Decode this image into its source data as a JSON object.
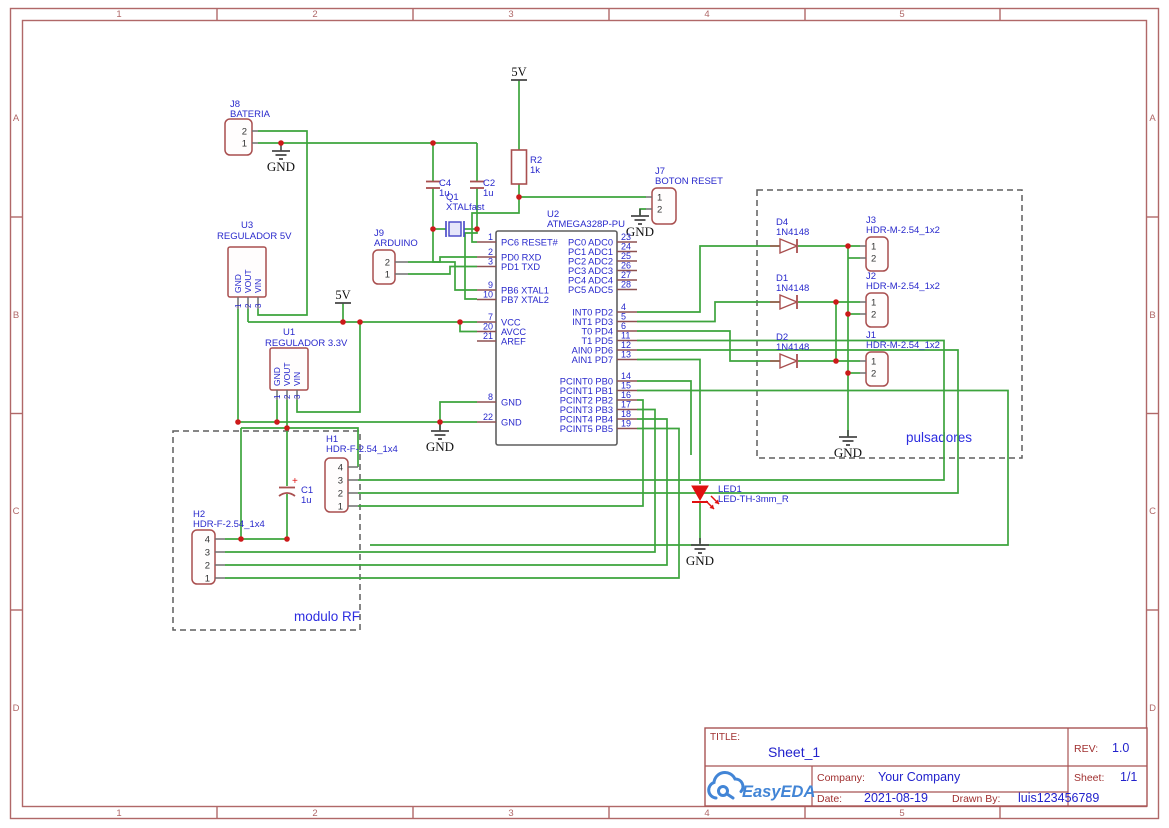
{
  "frame": {
    "columns": [
      "1",
      "2",
      "3",
      "4",
      "5"
    ],
    "rows": [
      "A",
      "B",
      "C",
      "D"
    ]
  },
  "power": {
    "gnd": "GND",
    "v5": "5V"
  },
  "sections": {
    "pulsadores": "pulsadores",
    "modulo_rf": "modulo RF"
  },
  "title_block": {
    "title_label": "TITLE:",
    "title": "Sheet_1",
    "rev_label": "REV:",
    "rev": "1.0",
    "company_label": "Company:",
    "company": "Your Company",
    "sheet_label": "Sheet:",
    "sheet": "1/1",
    "date_label": "Date:",
    "date": "2021-08-19",
    "drawn_label": "Drawn By:",
    "drawn_by": "luis123456789",
    "logo_text": "EasyEDA"
  },
  "components": {
    "u2": {
      "ref": "U2",
      "value": "ATMEGA328P-PU",
      "left_pins": [
        [
          "1",
          "PC6 RESET#"
        ],
        [
          "2",
          "PD0 RXD"
        ],
        [
          "3",
          "PD1 TXD"
        ],
        [
          "9",
          "PB6 XTAL1"
        ],
        [
          "10",
          "PB7 XTAL2"
        ],
        [
          "7",
          "VCC"
        ],
        [
          "20",
          "AVCC"
        ],
        [
          "21",
          "AREF"
        ],
        [
          "8",
          "GND"
        ],
        [
          "22",
          "GND"
        ]
      ],
      "right_pins": [
        [
          "23",
          "PC0 ADC0"
        ],
        [
          "24",
          "PC1 ADC1"
        ],
        [
          "25",
          "PC2 ADC2"
        ],
        [
          "26",
          "PC3 ADC3"
        ],
        [
          "27",
          "PC4 ADC4"
        ],
        [
          "28",
          "PC5 ADC5"
        ],
        [
          "4",
          "INT0 PD2"
        ],
        [
          "5",
          "INT1 PD3"
        ],
        [
          "6",
          "T0 PD4"
        ],
        [
          "11",
          "T1 PD5"
        ],
        [
          "12",
          "AIN0 PD6"
        ],
        [
          "13",
          "AIN1 PD7"
        ],
        [
          "14",
          "PCINT0 PB0"
        ],
        [
          "15",
          "PCINT1 PB1"
        ],
        [
          "16",
          "PCINT2 PB2"
        ],
        [
          "17",
          "PCINT3 PB3"
        ],
        [
          "18",
          "PCINT4 PB4"
        ],
        [
          "19",
          "PCINT5 PB5"
        ]
      ]
    },
    "u3": {
      "ref": "U3",
      "value": "REGULADOR 5V",
      "pin_names": [
        "GND",
        "VOUT",
        "VIN"
      ],
      "pin_numbers": [
        "1",
        "2",
        "3"
      ]
    },
    "u1": {
      "ref": "U1",
      "value": "REGULADOR 3.3V",
      "pin_names": [
        "GND",
        "VOUT",
        "VIN"
      ],
      "pin_numbers": [
        "1",
        "2",
        "3"
      ]
    },
    "j8": {
      "ref": "J8",
      "value": "BATERIA",
      "pins": [
        "2",
        "1"
      ]
    },
    "j9": {
      "ref": "J9",
      "value": "ARDUINO",
      "pins": [
        "2",
        "1"
      ]
    },
    "j7": {
      "ref": "J7",
      "value": "BOTON RESET",
      "pins": [
        "1",
        "2"
      ]
    },
    "j3": {
      "ref": "J3",
      "value": "HDR-M-2.54_1x2",
      "pins": [
        "1",
        "2"
      ]
    },
    "j2": {
      "ref": "J2",
      "value": "HDR-M-2.54_1x2",
      "pins": [
        "1",
        "2"
      ]
    },
    "j1": {
      "ref": "J1",
      "value": "HDR-M-2.54_1x2",
      "pins": [
        "1",
        "2"
      ]
    },
    "h1": {
      "ref": "H1",
      "value": "HDR-F-2.54_1x4",
      "pins": [
        "4",
        "3",
        "2",
        "1"
      ]
    },
    "h2": {
      "ref": "H2",
      "value": "HDR-F-2.54_1x4",
      "pins": [
        "4",
        "3",
        "2",
        "1"
      ]
    },
    "d4": {
      "ref": "D4",
      "value": "1N4148"
    },
    "d1": {
      "ref": "D1",
      "value": "1N4148"
    },
    "d2": {
      "ref": "D2",
      "value": "1N4148"
    },
    "r2": {
      "ref": "R2",
      "value": "1k"
    },
    "c4": {
      "ref": "C4",
      "value": "1u"
    },
    "c2": {
      "ref": "C2",
      "value": "1u"
    },
    "c1": {
      "ref": "C1",
      "value": "1u",
      "plus": "+"
    },
    "q1": {
      "ref": "Q1",
      "value": "XTALfast"
    },
    "led1": {
      "ref": "LED1",
      "value": "LED-TH-3mm_R"
    }
  },
  "colors": {
    "wire": "#3da43d",
    "frame": "#b06868",
    "symbol": "#a94f4f",
    "symbol_fill": "#fffdfd",
    "mcu_stroke": "#5f5f5f",
    "junction": "#cc1a1a",
    "text_blue": "#2929cc",
    "section_label": "#2d2de0",
    "led_red": "#e01010",
    "crystal_blue": "#4343c6",
    "gnd_gray": "#4a4a4a",
    "pin_gray": "#6e6e6e",
    "logo_blue": "#4285d6",
    "tb_red": "#a03030"
  }
}
